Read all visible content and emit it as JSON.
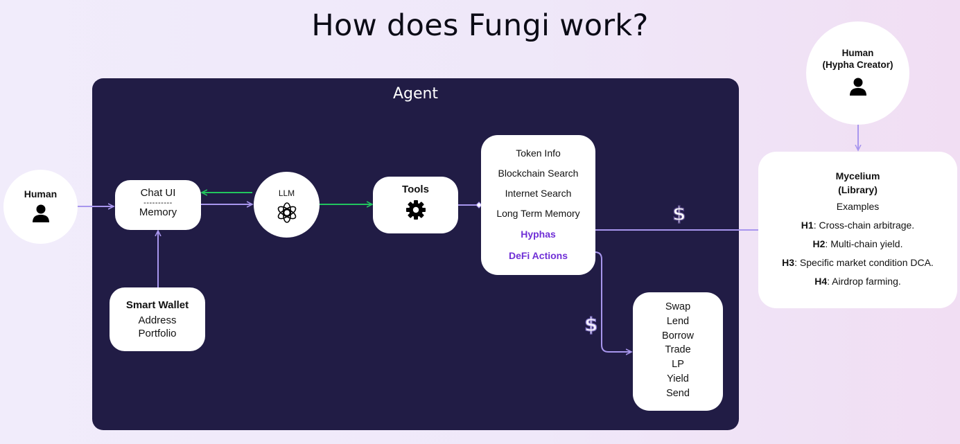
{
  "title": "How does Fungi work?",
  "agent_label": "Agent",
  "human_left": {
    "label": "Human",
    "icon": "person-icon"
  },
  "chat": {
    "top": "Chat UI",
    "divider": "----------",
    "bottom": "Memory"
  },
  "llm": {
    "label": "LLM",
    "icon": "openai-icon"
  },
  "tools": {
    "label": "Tools",
    "icon": "gear-icon"
  },
  "wallet": {
    "title": "Smart Wallet",
    "lines": [
      "Address",
      "Portfolio"
    ]
  },
  "tool_list": {
    "items": [
      "Token Info",
      "Blockchain Search",
      "Internet Search",
      "Long Term Memory"
    ],
    "hyphas": "Hyphas",
    "defi": "DeFi Actions"
  },
  "actions": [
    "Swap",
    "Lend",
    "Borrow",
    "Trade",
    "LP",
    "Yield",
    "Send"
  ],
  "human_right": {
    "line1": "Human",
    "line2": "(Hypha Creator)",
    "icon": "person-icon"
  },
  "mycelium": {
    "title1": "Mycelium",
    "title2": "(Library)",
    "examples": "Examples",
    "items": [
      {
        "key": "H1",
        "text": ": Cross-chain arbitrage."
      },
      {
        "key": "H2",
        "text": ": Multi-chain yield."
      },
      {
        "key": "H3",
        "text": ": Specific market condition DCA."
      },
      {
        "key": "H4",
        "text": ": Airdrop farming."
      }
    ]
  },
  "dollar_sign": "$",
  "colors": {
    "agent_bg": "#211c45",
    "green": "#22c55e",
    "lavender": "#a896ee",
    "purple": "#6f2fd6"
  }
}
